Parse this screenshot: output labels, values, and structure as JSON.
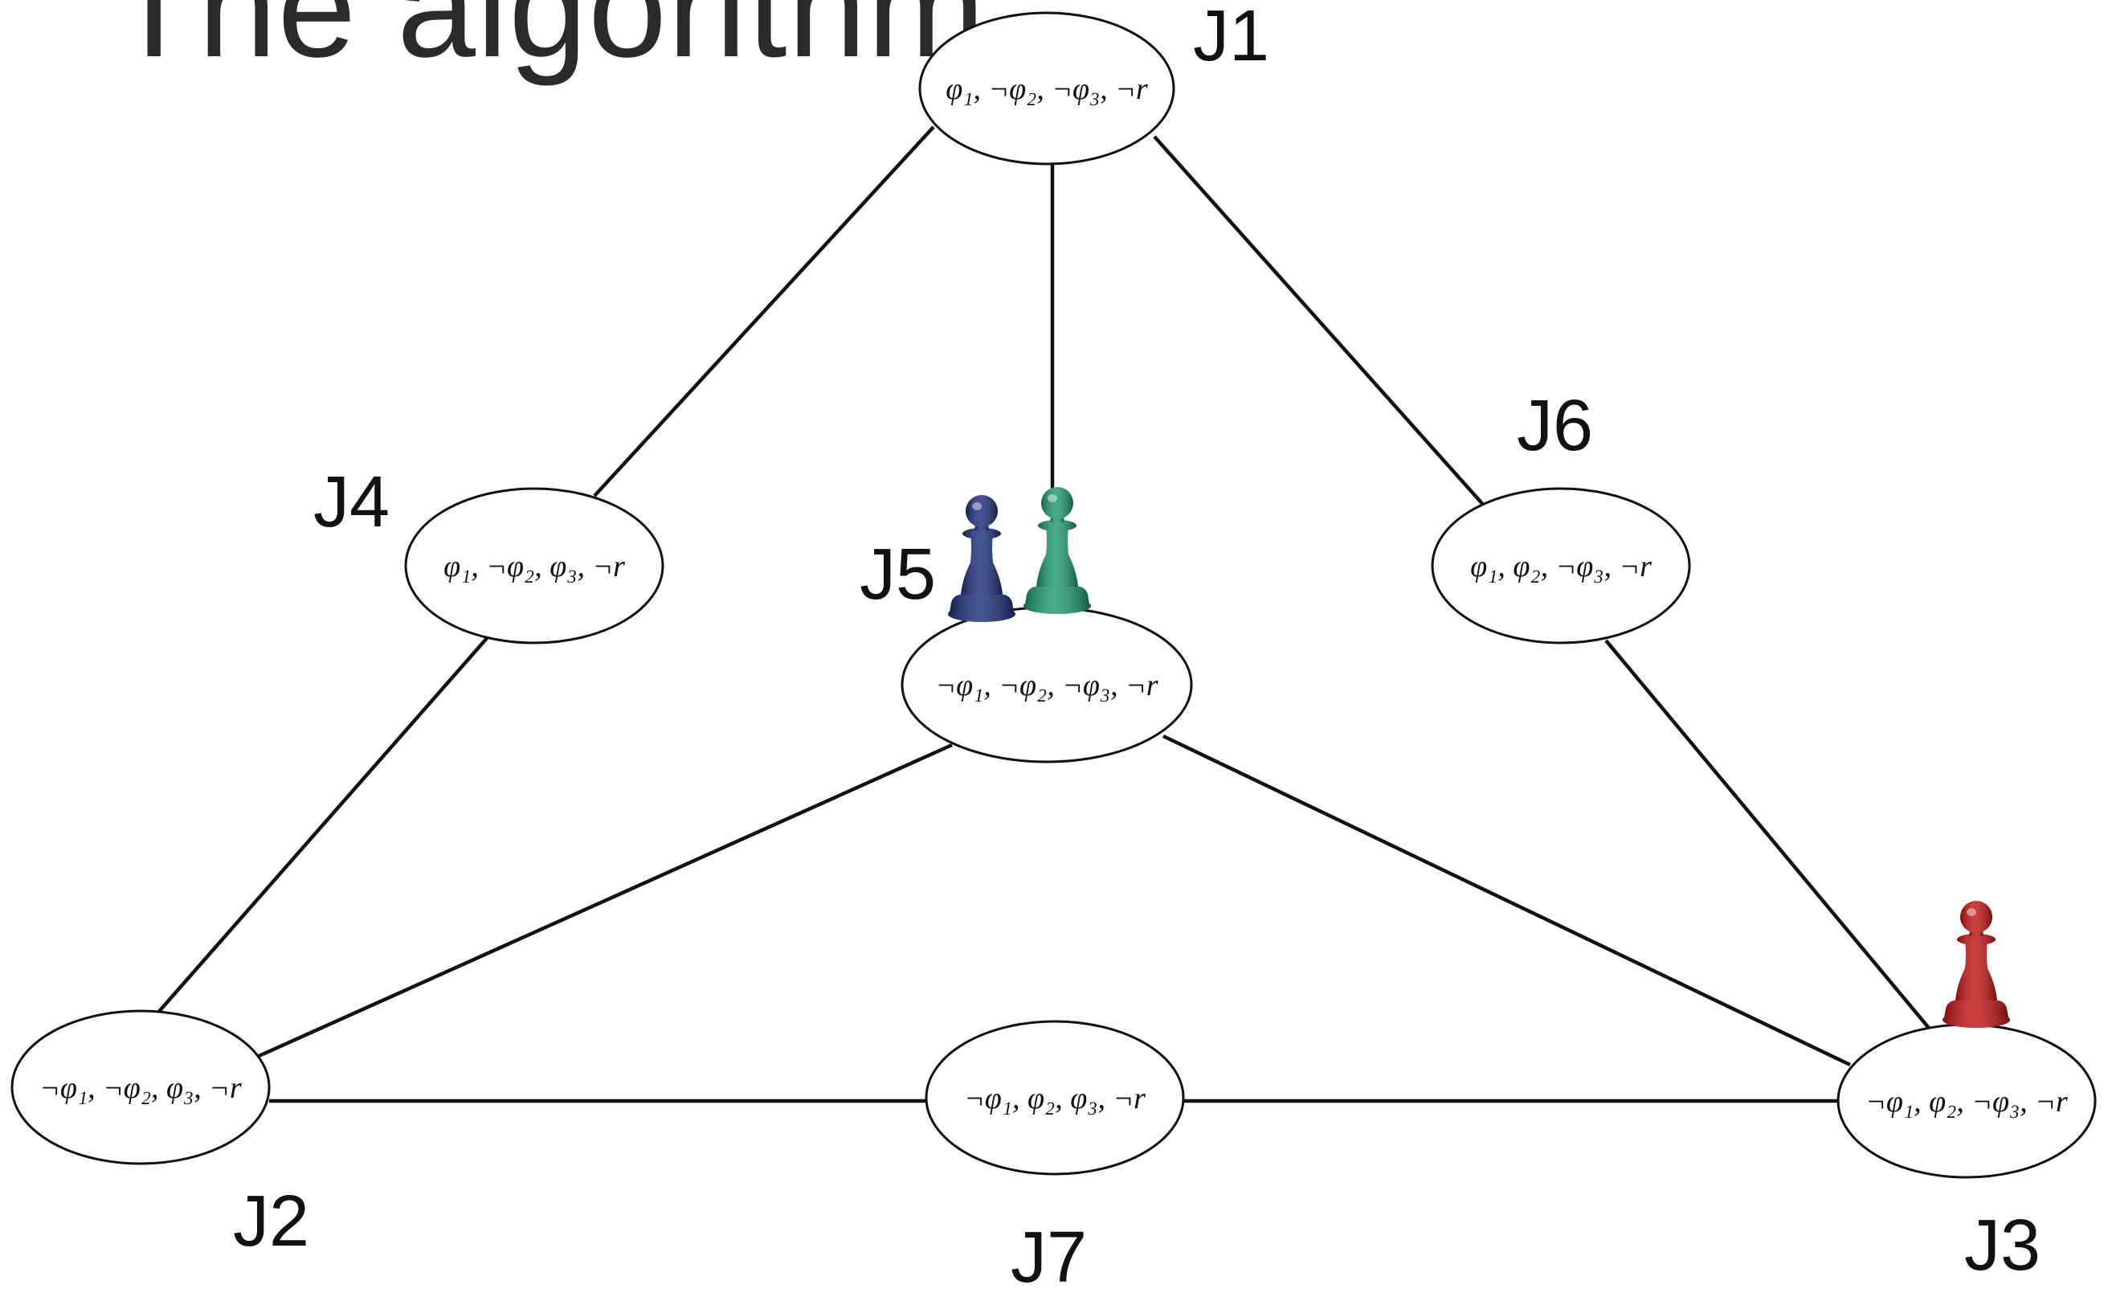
{
  "slide": {
    "title": "The algorithm"
  },
  "diagram": {
    "nodes": [
      {
        "id": "J1",
        "label": "J1",
        "formula": "φ₁, ¬φ₂, ¬φ₃, ¬r"
      },
      {
        "id": "J2",
        "label": "J2",
        "formula": "¬φ₁, ¬φ₂, φ₃, ¬r"
      },
      {
        "id": "J3",
        "label": "J3",
        "formula": "¬φ₁, φ₂, ¬φ₃, ¬r"
      },
      {
        "id": "J4",
        "label": "J4",
        "formula": "φ₁, ¬φ₂, φ₃, ¬r"
      },
      {
        "id": "J5",
        "label": "J5",
        "formula": "¬φ₁, ¬φ₂, ¬φ₃, ¬r"
      },
      {
        "id": "J6",
        "label": "J6",
        "formula": "φ₁, φ₂, ¬φ₃, ¬r"
      },
      {
        "id": "J7",
        "label": "J7",
        "formula": "¬φ₁, φ₂, φ₃, ¬r"
      }
    ],
    "edges": [
      [
        "J1",
        "J4"
      ],
      [
        "J1",
        "J5"
      ],
      [
        "J1",
        "J6"
      ],
      [
        "J4",
        "J2"
      ],
      [
        "J6",
        "J3"
      ],
      [
        "J5",
        "J2"
      ],
      [
        "J5",
        "J3"
      ],
      [
        "J2",
        "J7"
      ],
      [
        "J7",
        "J3"
      ]
    ],
    "pawns": [
      {
        "color": "#1b2e7a",
        "at": "J5"
      },
      {
        "color": "#1f9a70",
        "at": "J5"
      },
      {
        "color": "#c41414",
        "at": "J3"
      }
    ]
  }
}
